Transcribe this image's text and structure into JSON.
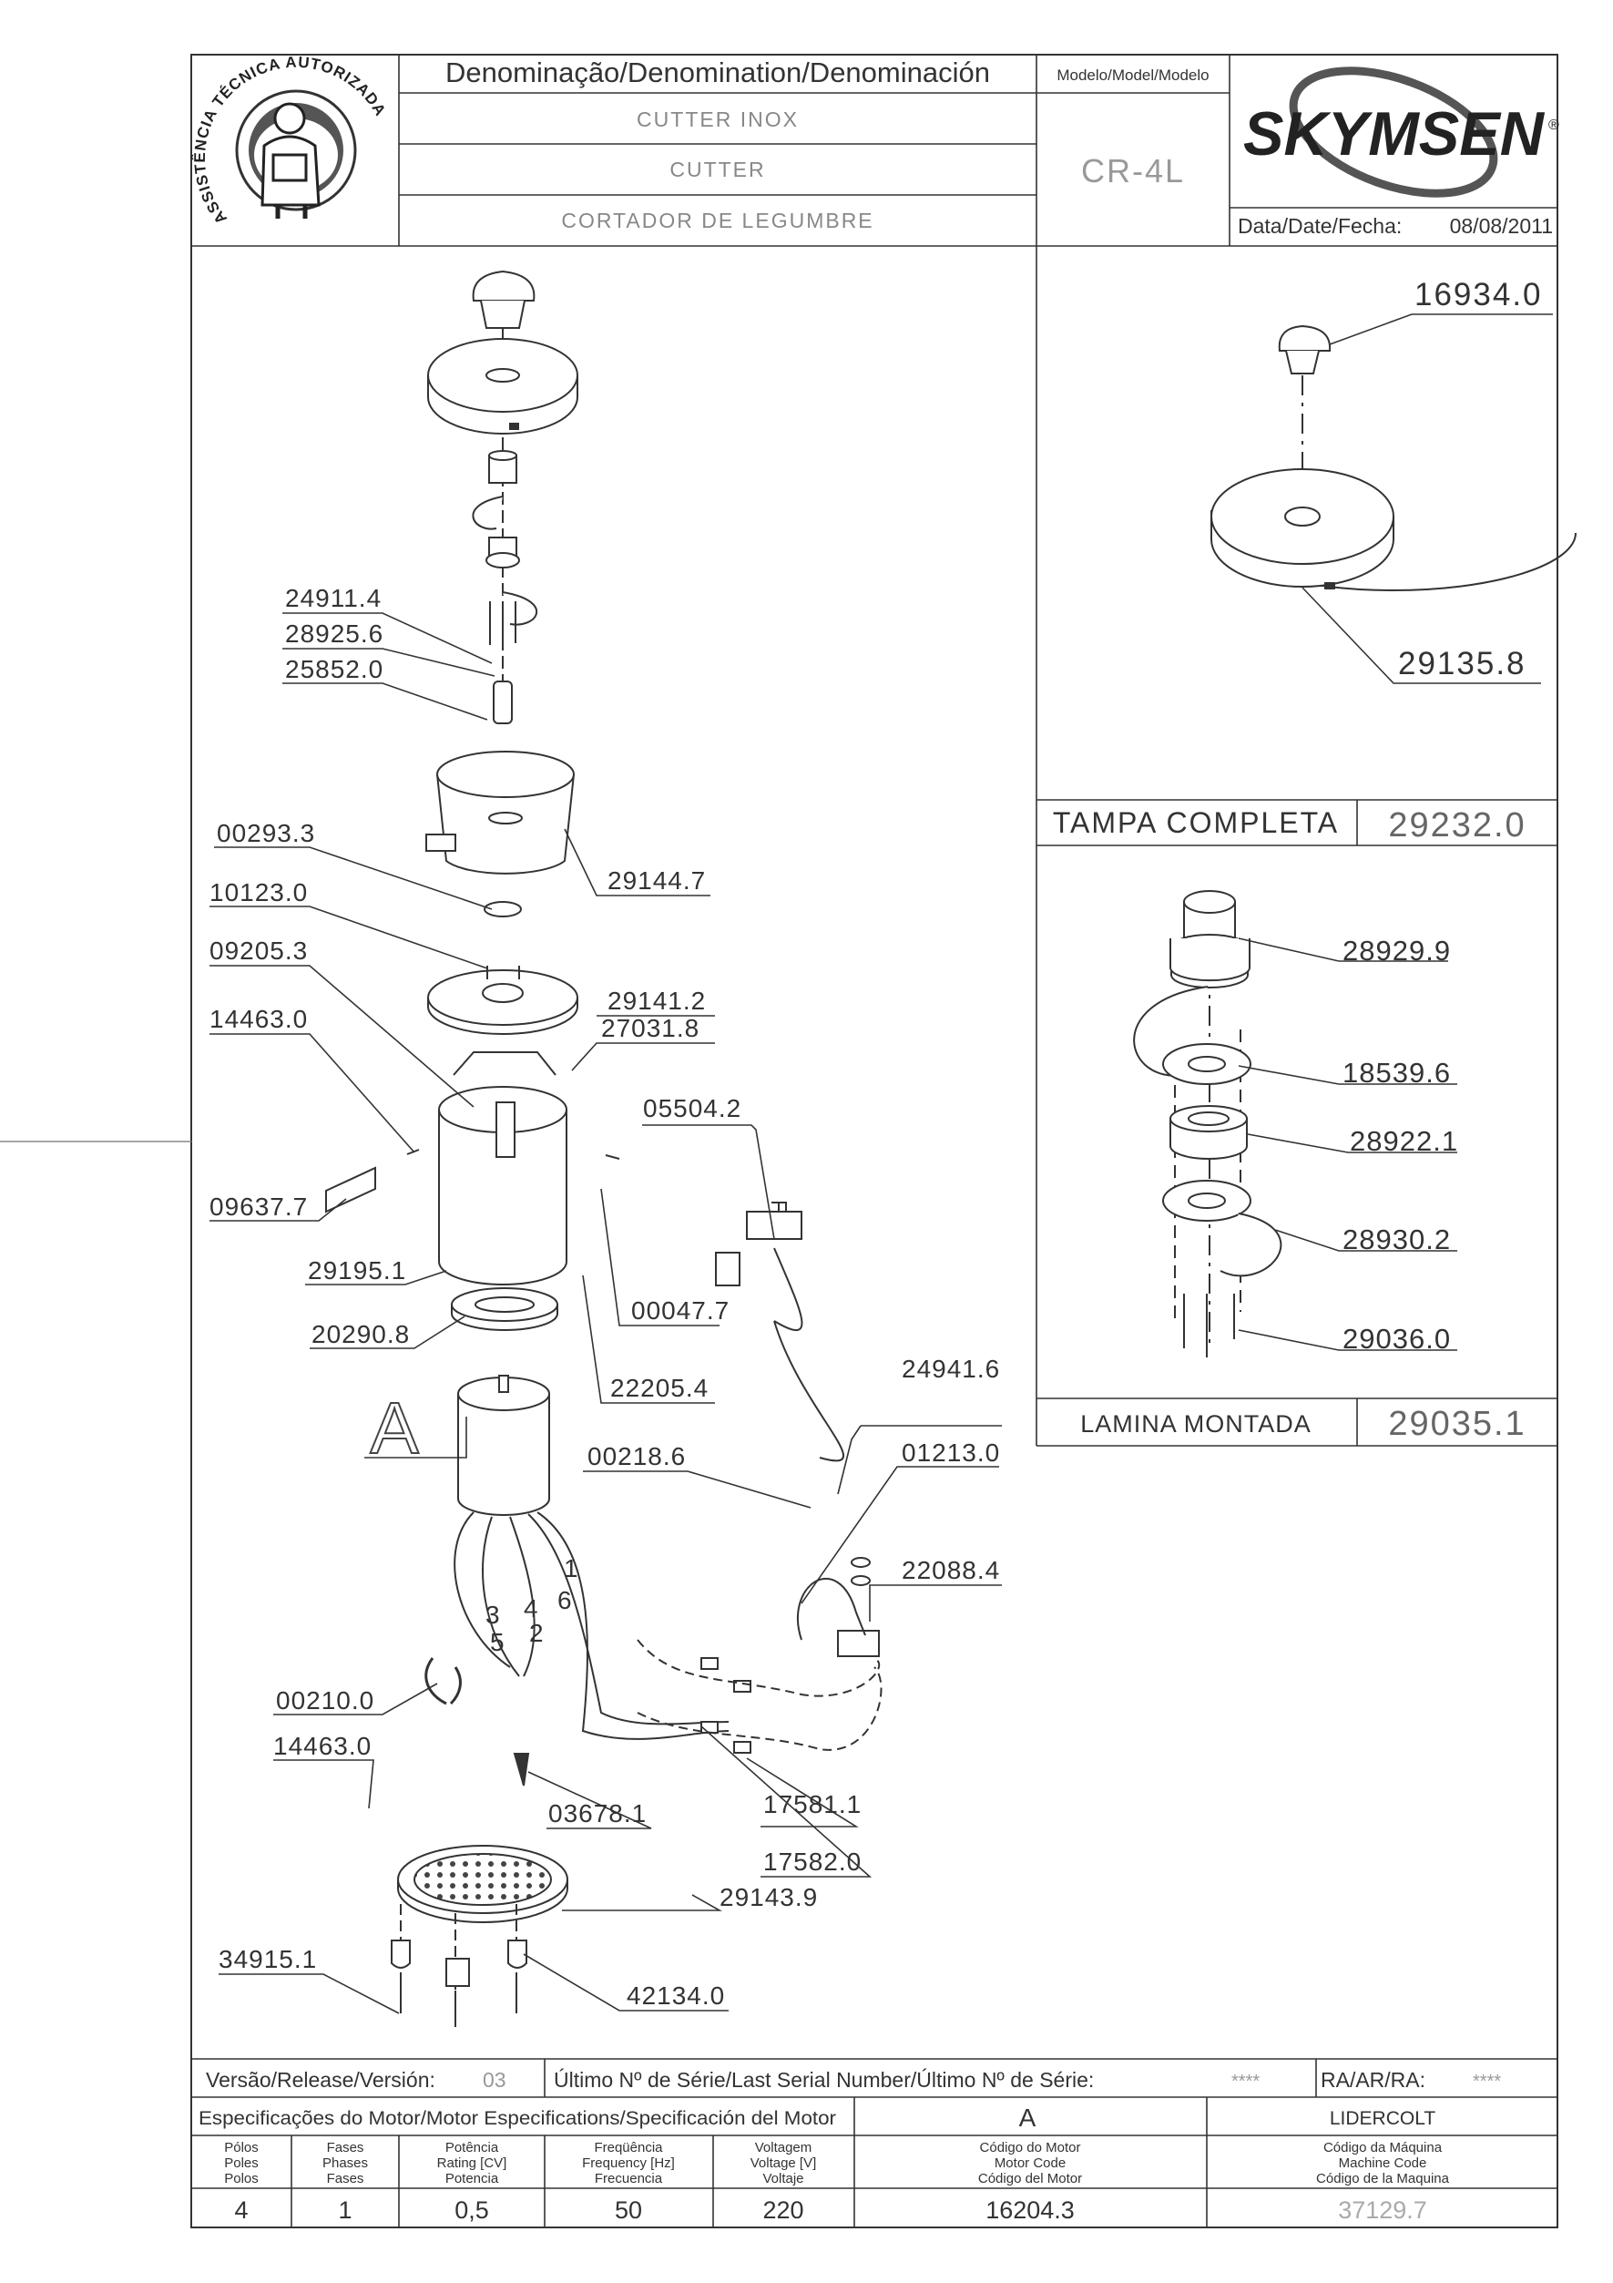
{
  "header": {
    "denomination_label": "Denominação/Denomination/Denominación",
    "names": [
      "CUTTER INOX",
      "CUTTER",
      "CORTADOR DE LEGUMBRE"
    ],
    "model_label": "Modelo/Model/Modelo",
    "model": "CR-4L",
    "brand": "SKYMSEN",
    "date_label": "Data/Date/Fecha:",
    "date": "08/08/2011",
    "badge_text": "ASSISTÊNCIA TÉCNICA AUTORIZADA"
  },
  "parts": {
    "p24911_4": "24911.4",
    "p28925_6": "28925.6",
    "p25852_0": "25852.0",
    "p00293_3": "00293.3",
    "p29144_7": "29144.7",
    "p10123_0": "10123.0",
    "p09205_3": "09205.3",
    "p29141_2": "29141.2",
    "p14463_0a": "14463.0",
    "p27031_8": "27031.8",
    "p05504_2": "05504.2",
    "p09637_7": "09637.7",
    "p29195_1": "29195.1",
    "p00047_7": "00047.7",
    "p20290_8": "20290.8",
    "p22205_4": "22205.4",
    "p24941_6": "24941.6",
    "p00218_6": "00218.6",
    "p01213_0": "01213.0",
    "p22088_4": "22088.4",
    "p00210_0": "00210.0",
    "p14463_0b": "14463.0",
    "p03678_1": "03678.1",
    "p17581_1": "17581.1",
    "p17582_0": "17582.0",
    "p29143_9": "29143.9",
    "p34915_1": "34915.1",
    "p42134_0": "42134.0",
    "motor_letter": "A",
    "wire_numbers": [
      "1",
      "2",
      "3",
      "4",
      "5",
      "6"
    ]
  },
  "lid_detail": {
    "knob": "16934.0",
    "lid": "29135.8",
    "title": "TAMPA COMPLETA",
    "code": "29232.0"
  },
  "blade_detail": {
    "p1": "28929.9",
    "p2": "18539.6",
    "p3": "28922.1",
    "p4": "28930.2",
    "p5": "29036.0",
    "title": "LAMINA MONTADA",
    "code": "29035.1"
  },
  "footer": {
    "version_label": "Versão/Release/Versión:",
    "version": "03",
    "serial_label": "Último Nº de Série/Last Serial Number/Último Nº de Série:",
    "serial": "****",
    "ra_label": "RA/AR/RA:",
    "ra": "****",
    "motor_spec_label": "Especificações do Motor/Motor Especifications/Specificación del Motor",
    "motor_letter": "A",
    "manufacturer": "LIDERCOLT",
    "columns": [
      [
        "Pólos",
        "Poles",
        "Polos"
      ],
      [
        "Fases",
        "Phases",
        "Fases"
      ],
      [
        "Potência",
        "Rating [CV]",
        "Potencia"
      ],
      [
        "Freqüência",
        "Frequency [Hz]",
        "Frecuencia"
      ],
      [
        "Voltagem",
        "Voltage [V]",
        "Voltaje"
      ],
      [
        "Código do Motor",
        "Motor Code",
        "Código del Motor"
      ],
      [
        "Código da Máquina",
        "Machine Code",
        "Código de la Maquina"
      ]
    ],
    "values": [
      "4",
      "1",
      "0,5",
      "50",
      "220",
      "16204.3",
      "37129.7"
    ]
  },
  "colors": {
    "line": "#333333",
    "faint": "#999999",
    "text": "#333333"
  }
}
